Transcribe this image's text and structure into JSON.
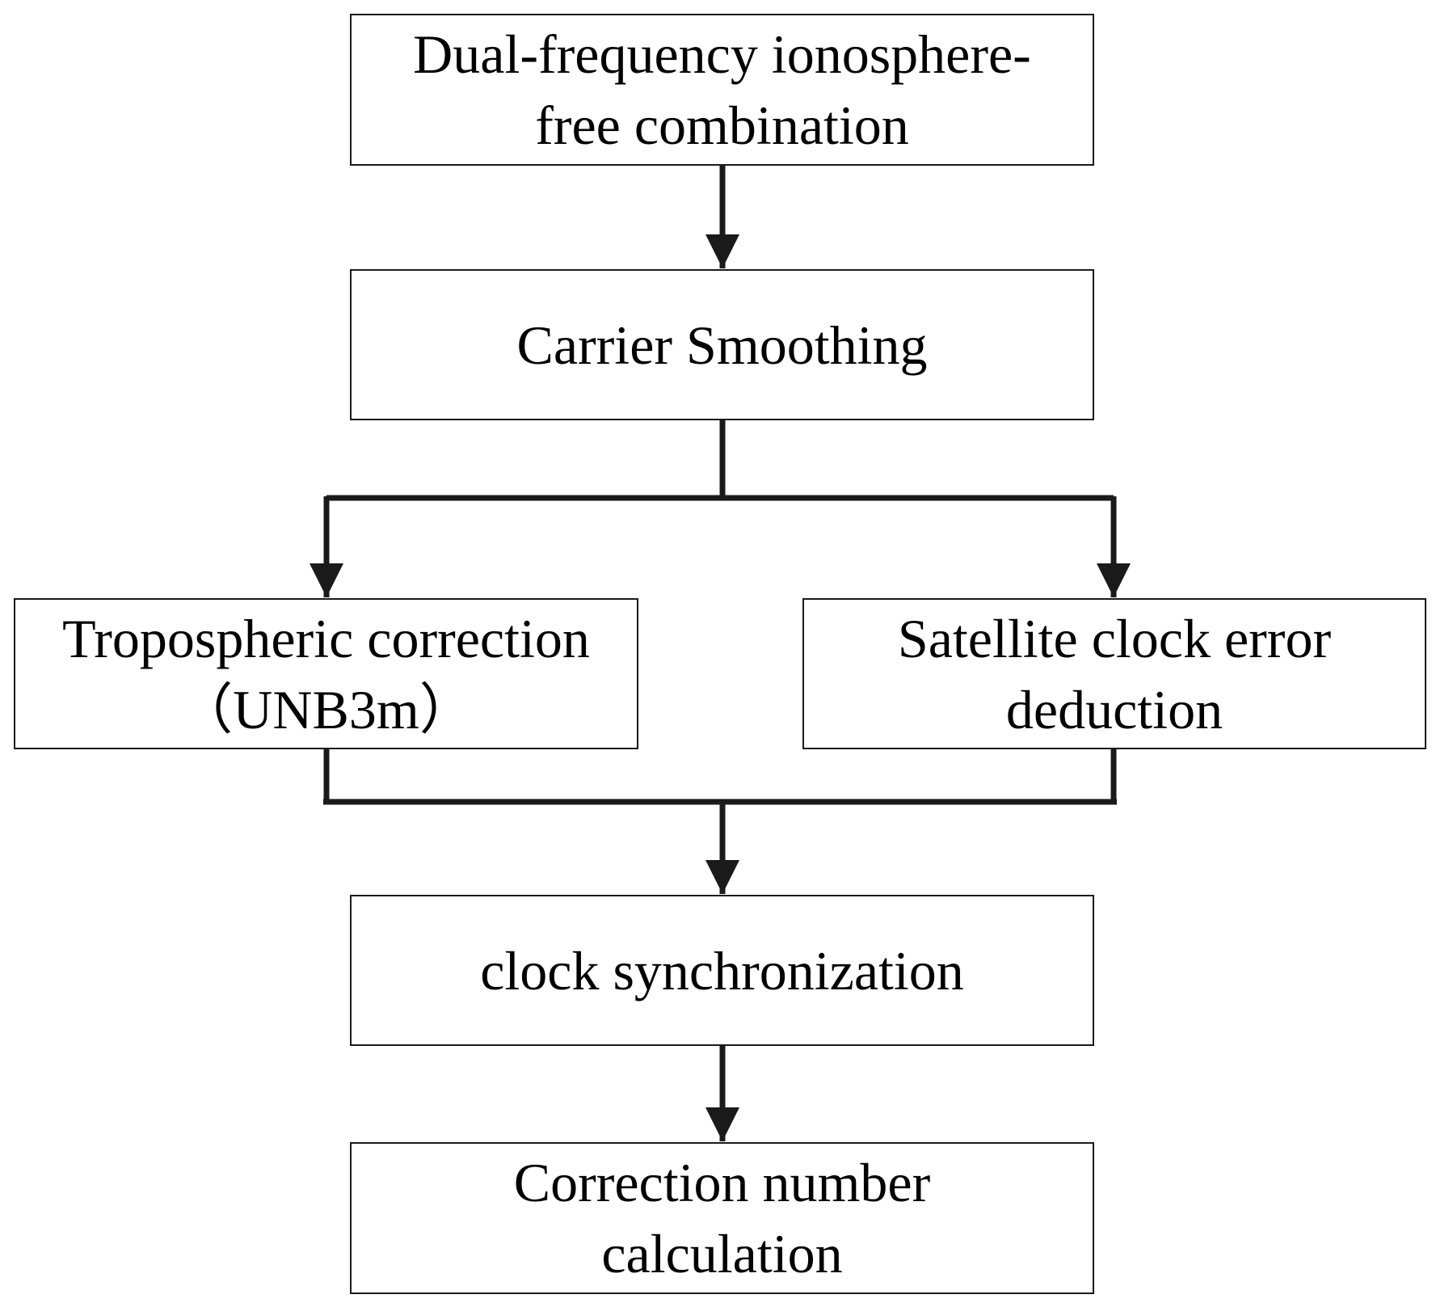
{
  "diagram": {
    "nodes": {
      "ionofree": {
        "lines": [
          "Dual-frequency ionosphere-",
          "free combination"
        ]
      },
      "carrier": {
        "lines": [
          "Carrier Smoothing"
        ]
      },
      "tropo": {
        "lines": [
          "Tropospheric correction",
          "（UNB3m）"
        ]
      },
      "satclock": {
        "lines": [
          "Satellite clock error",
          "deduction"
        ]
      },
      "clocksync": {
        "lines": [
          "clock synchronization"
        ]
      },
      "correction": {
        "lines": [
          "Correction number",
          "calculation"
        ]
      }
    },
    "edges": [
      {
        "from": "ionofree",
        "to": "carrier"
      },
      {
        "from": "carrier",
        "to": "tropo"
      },
      {
        "from": "carrier",
        "to": "satclock"
      },
      {
        "from": "tropo",
        "to": "clocksync"
      },
      {
        "from": "satclock",
        "to": "clocksync"
      },
      {
        "from": "clocksync",
        "to": "correction"
      }
    ],
    "colors": {
      "stroke": "#1a1a1a",
      "text": "#000000",
      "background": "#ffffff"
    }
  }
}
